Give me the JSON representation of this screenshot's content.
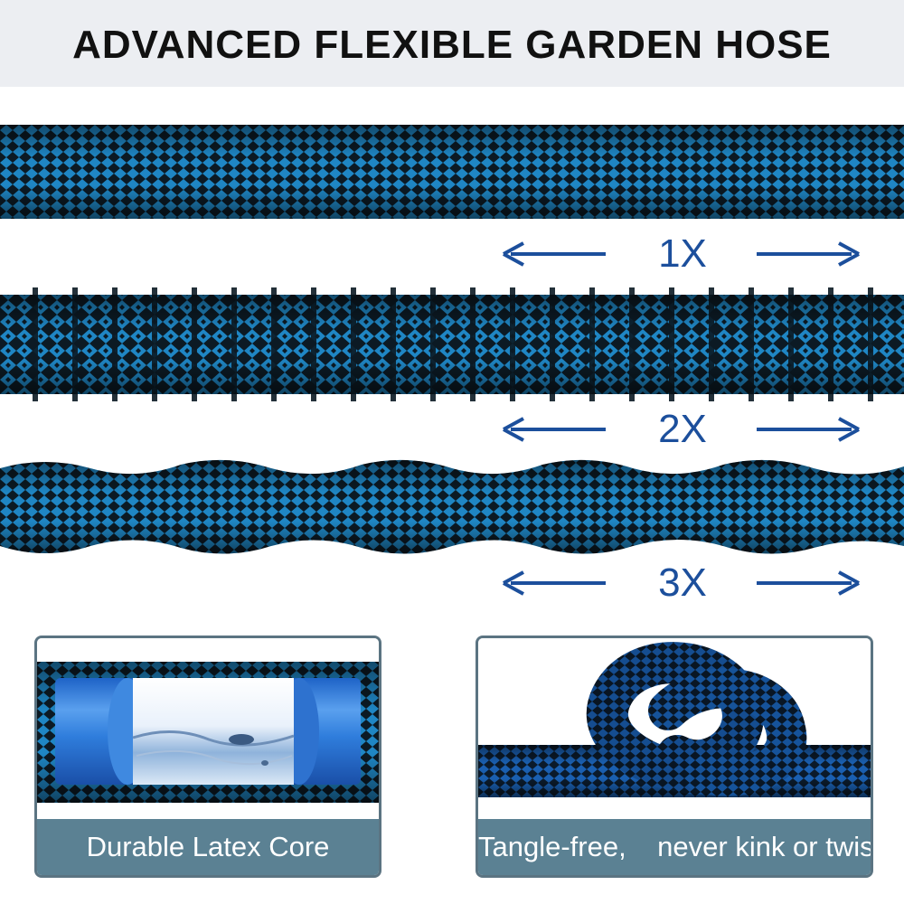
{
  "header": {
    "title": "ADVANCED FLEXIBLE GARDEN HOSE"
  },
  "stretch_levels": [
    {
      "label": "1X"
    },
    {
      "label": "2X"
    },
    {
      "label": "3X"
    }
  ],
  "features": {
    "core_caption": "Durable Latex Core",
    "tangle_caption": "Tangle-free,    never kink or twist"
  },
  "colors": {
    "hose_blue": "#1f86c4",
    "hose_dark": "#0c1a24",
    "arrow_blue": "#1c4f9c",
    "caption_bg": "#5b8193",
    "banner_bg": "#eceef2"
  }
}
